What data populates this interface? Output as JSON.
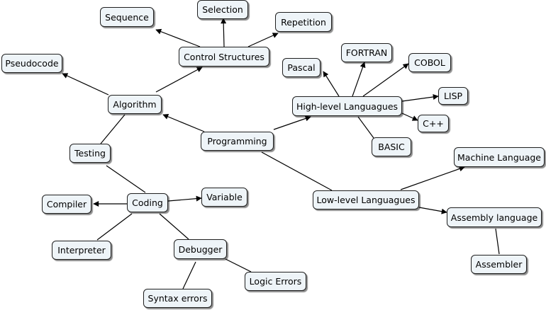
{
  "nodes": {
    "sequence": "Sequence",
    "selection": "Selection",
    "repetition": "Repetition",
    "control_structures": "Control Structures",
    "pseudocode": "Pseudocode",
    "algorithm": "Algorithm",
    "fortran": "FORTRAN",
    "pascal": "Pascal",
    "cobol": "COBOL",
    "high_level": "High-level Languagues",
    "lisp": "LISP",
    "cpp": "C++",
    "basic": "BASIC",
    "programming": "Programming",
    "testing": "Testing",
    "machine_language": "Machine Language",
    "compiler": "Compiler",
    "coding": "Coding",
    "variable": "Variable",
    "low_level": "Low-level Languagues",
    "assembly_language": "Assembly language",
    "interpreter": "Interpreter",
    "debugger": "Debugger",
    "assembler": "Assembler",
    "logic_errors": "Logic Errors",
    "syntax_errors": "Syntax errors"
  },
  "colors": {
    "node_fill": "#eef4f8",
    "node_border": "#1f1f1f",
    "edge": "#000000"
  }
}
